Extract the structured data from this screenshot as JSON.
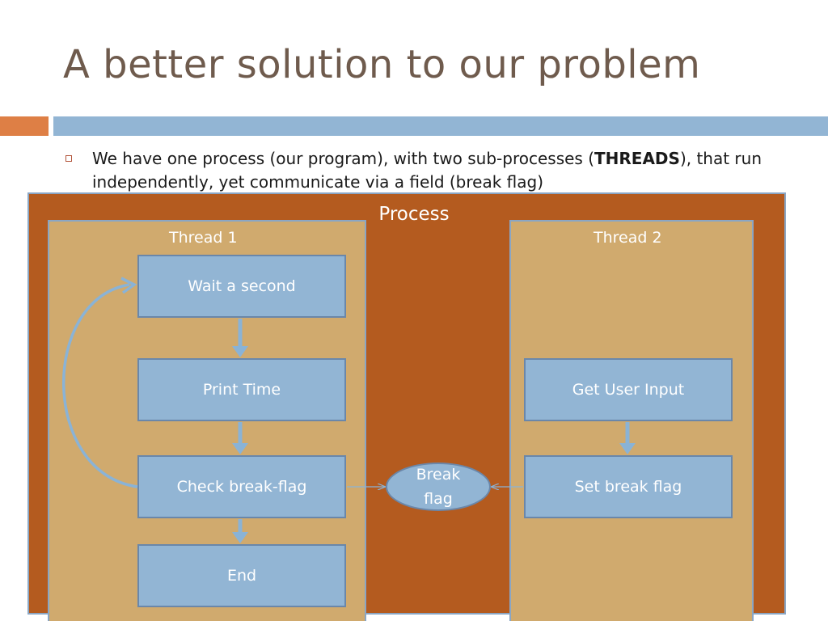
{
  "slide": {
    "title": "A better solution to our problem",
    "bullet": {
      "before": "We have one process (our program), with two sub-processes (",
      "bold": "THREADS",
      "after": "), that run independently, yet communicate via a field (break flag)"
    }
  },
  "diagram": {
    "process_label": "Process",
    "thread1": {
      "label": "Thread 1",
      "steps": [
        "Wait a second",
        "Print Time",
        "Check break-flag",
        "End"
      ]
    },
    "thread2": {
      "label": "Thread 2",
      "steps": [
        "Get User Input",
        "Set break flag"
      ]
    },
    "shared": {
      "line1": "Break",
      "line2": "flag"
    }
  },
  "colors": {
    "title": "#6f5b4d",
    "orange_bar": "#de7f45",
    "blue_bar": "#92b5d4",
    "process_fill": "#b45b1f",
    "thread_fill": "#d0aa6e",
    "box_fill": "#92b5d4",
    "arrow": "#8ab3d6"
  }
}
